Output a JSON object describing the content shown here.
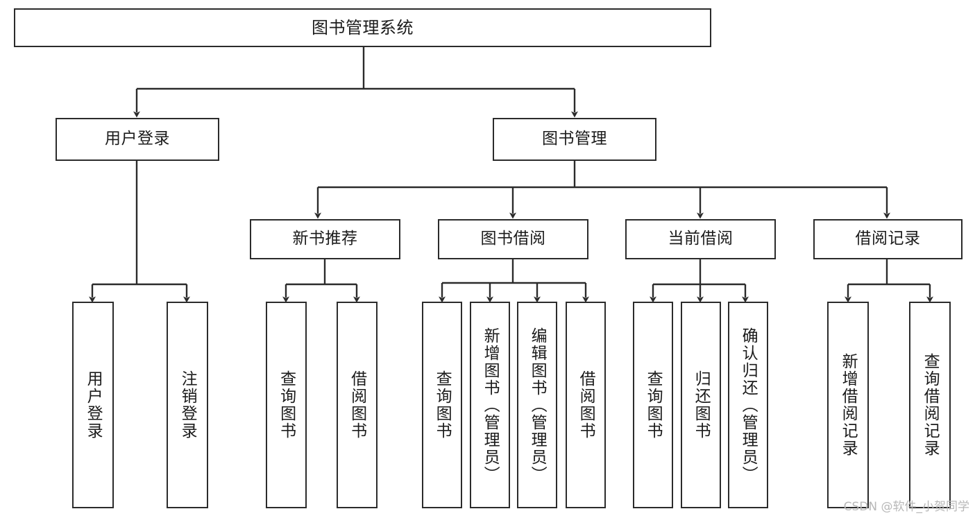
{
  "diagram": {
    "title": "图书管理系统",
    "watermark": "CSDN @软件_小贺同学",
    "colors": {
      "box_border": "#2b2b2b",
      "box_fill": "#ffffff",
      "connector": "#2b2b2b",
      "text": "#1b1b1b",
      "watermark": "#b8b8b8",
      "background": "#ffffff"
    },
    "root": {
      "label": "图书管理系统"
    },
    "level2": [
      {
        "label": "用户登录"
      },
      {
        "label": "图书管理"
      }
    ],
    "level3": [
      {
        "label": "新书推荐"
      },
      {
        "label": "图书借阅"
      },
      {
        "label": "当前借阅"
      },
      {
        "label": "借阅记录"
      }
    ],
    "leaves": {
      "user_login": [
        {
          "label": "用户登录"
        },
        {
          "label": "注销登录"
        }
      ],
      "new_book": [
        {
          "label": "查询图书"
        },
        {
          "label": "借阅图书"
        }
      ],
      "book_borrow": [
        {
          "label": "查询图书"
        },
        {
          "label": "新增图书（管理员）"
        },
        {
          "label": "编辑图书（管理员）"
        },
        {
          "label": "借阅图书"
        }
      ],
      "current_borrow": [
        {
          "label": "查询图书"
        },
        {
          "label": "归还图书"
        },
        {
          "label": "确认归还（管理员）"
        }
      ],
      "borrow_record": [
        {
          "label": "新增借阅记录"
        },
        {
          "label": "查询借阅记录"
        }
      ]
    }
  }
}
